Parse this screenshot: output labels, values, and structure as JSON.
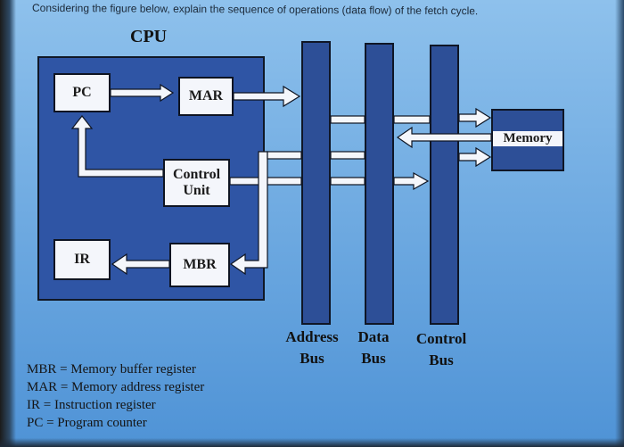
{
  "question": "Considering the figure below, explain the sequence of operations (data flow) of the fetch cycle.",
  "cpu": {
    "title": "CPU",
    "registers": {
      "pc": "PC",
      "mar": "MAR",
      "control_unit_line1": "Control",
      "control_unit_line2": "Unit",
      "ir": "IR",
      "mbr": "MBR"
    }
  },
  "memory": {
    "label": "Memory"
  },
  "buses": {
    "address": {
      "line1": "Address",
      "line2": "Bus"
    },
    "data": {
      "line1": "Data",
      "line2": "Bus"
    },
    "control": {
      "line1": "Control",
      "line2": "Bus"
    }
  },
  "legend": [
    "MBR = Memory buffer register",
    "MAR = Memory address register",
    "IR = Instruction register",
    "PC = Program counter"
  ],
  "colors": {
    "background": "#74aee3",
    "cpu_fill": "#2f55a5",
    "bus_fill": "#2d4f97",
    "register_fill": "#f4f6fb"
  }
}
